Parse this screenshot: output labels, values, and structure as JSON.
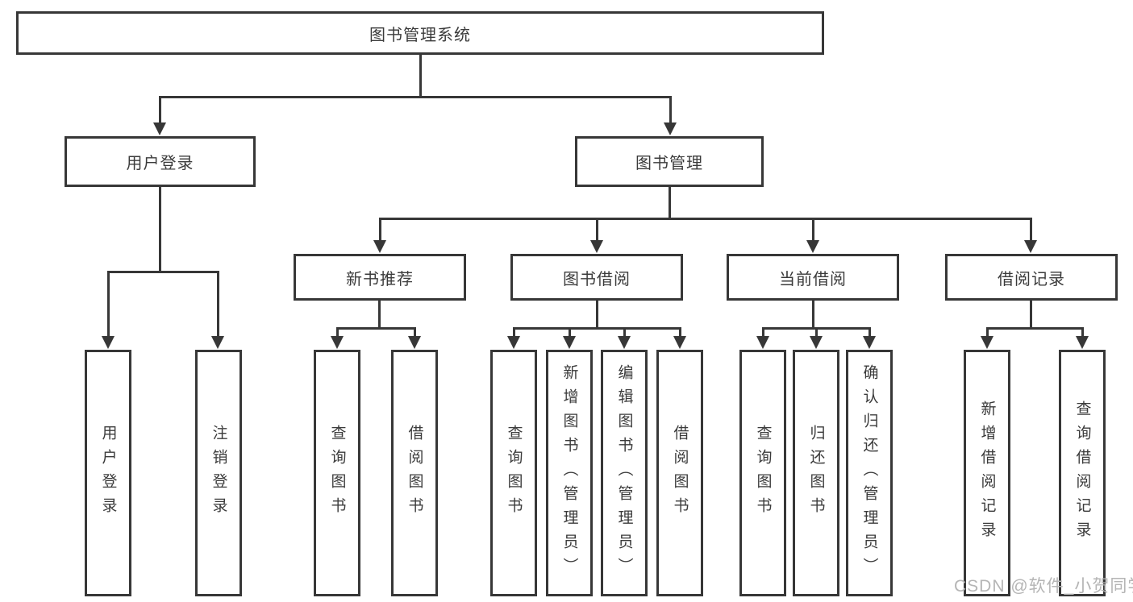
{
  "diagram": {
    "type": "tree",
    "colors": {
      "line": "#373737",
      "text": "#3b3b3b",
      "box_bg": "#ffffff",
      "watermark": "#b5b5b5"
    },
    "root": {
      "label": "图书管理系统"
    },
    "branches": [
      {
        "label": "用户登录",
        "leaves": [
          {
            "label": "用户登录"
          },
          {
            "label": "注销登录"
          }
        ]
      },
      {
        "label": "图书管理",
        "groups": [
          {
            "label": "新书推荐",
            "leaves": [
              {
                "label": "查询图书"
              },
              {
                "label": "借阅图书"
              }
            ]
          },
          {
            "label": "图书借阅",
            "leaves": [
              {
                "label": "查询图书"
              },
              {
                "label": "新增图书（管理员）"
              },
              {
                "label": "编辑图书（管理员）"
              },
              {
                "label": "借阅图书"
              }
            ]
          },
          {
            "label": "当前借阅",
            "leaves": [
              {
                "label": "查询图书"
              },
              {
                "label": "归还图书"
              },
              {
                "label": "确认归还（管理员）"
              }
            ]
          },
          {
            "label": "借阅记录",
            "leaves": [
              {
                "label": "新增借阅记录"
              },
              {
                "label": "查询借阅记录"
              }
            ]
          }
        ]
      }
    ],
    "watermark": "CSDN @软件_小贺同学"
  }
}
